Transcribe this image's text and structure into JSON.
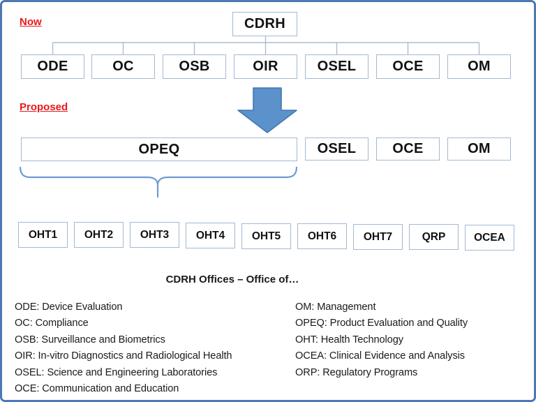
{
  "diagram": {
    "now": {
      "label": "Now",
      "root": "CDRH",
      "offices": [
        "ODE",
        "OC",
        "OSB",
        "OIR",
        "OSEL",
        "OCE",
        "OM"
      ]
    },
    "proposed": {
      "label": "Proposed",
      "offices": [
        "OPEQ",
        "OSEL",
        "OCE",
        "OM"
      ],
      "sub_offices": [
        "OHT1",
        "OHT2",
        "OHT3",
        "OHT4",
        "OHT5",
        "OHT6",
        "OHT7",
        "QRP",
        "OCEA"
      ]
    }
  },
  "legend": {
    "heading": "CDRH Offices – Office of…",
    "left": [
      "ODE: Device Evaluation",
      "OC: Compliance",
      "OSB: Surveillance and Biometrics",
      "OIR: In-vitro Diagnostics and Radiological Health",
      "OSEL: Science and Engineering Laboratories",
      "OCE: Communication and Education"
    ],
    "right": [
      "OM: Management",
      "OPEQ: Product Evaluation and Quality",
      "OHT: Health Technology",
      "OCEA: Clinical Evidence and Analysis",
      "ORP: Regulatory Programs"
    ]
  },
  "colors": {
    "frame_border": "#4a79b3",
    "box_border": "#a3b9d1",
    "connector_line": "#a8bdd4",
    "arrow_fill": "#5b92cc",
    "arrow_stroke": "#4377ae",
    "brace": "#6c9bd4",
    "label_red": "#e8181d"
  }
}
